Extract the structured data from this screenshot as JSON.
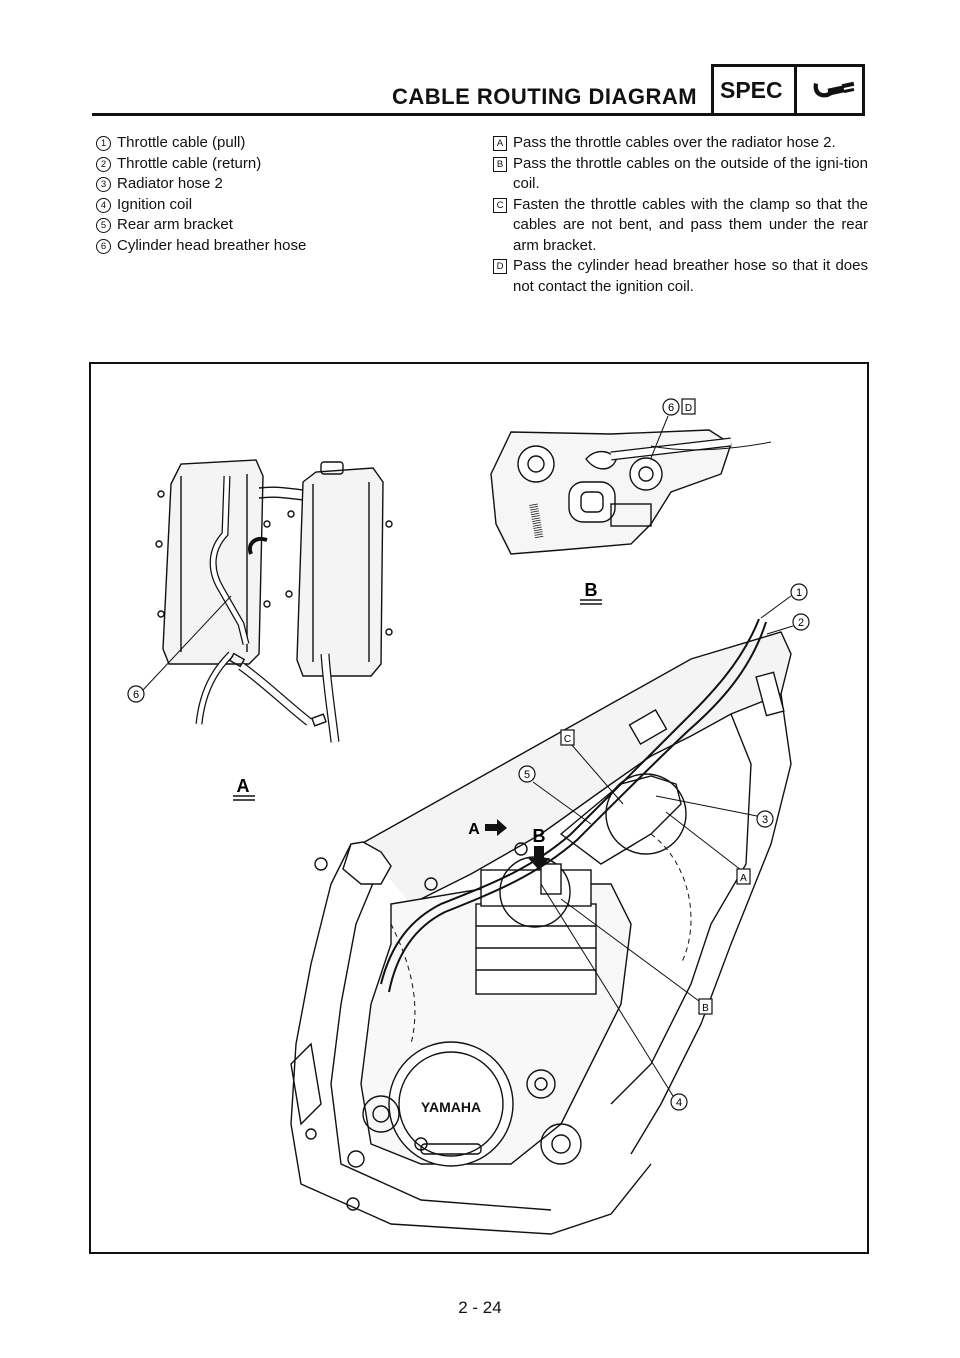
{
  "header": {
    "title": "CABLE ROUTING DIAGRAM",
    "spec_label": "SPEC"
  },
  "legend": [
    {
      "num": "1",
      "text": "Throttle cable (pull)"
    },
    {
      "num": "2",
      "text": "Throttle cable (return)"
    },
    {
      "num": "3",
      "text": "Radiator hose 2"
    },
    {
      "num": "4",
      "text": "Ignition coil"
    },
    {
      "num": "5",
      "text": "Rear arm bracket"
    },
    {
      "num": "6",
      "text": "Cylinder head breather hose"
    }
  ],
  "notes": [
    {
      "letter": "A",
      "text": "Pass the throttle cables over the radiator hose 2."
    },
    {
      "letter": "B",
      "text": "Pass the throttle cables on the outside of the igni-tion coil."
    },
    {
      "letter": "C",
      "text": "Fasten the throttle cables with the clamp so that the cables are not bent, and pass them under the rear arm bracket."
    },
    {
      "letter": "D",
      "text": "Pass the cylinder head breather hose so that it does not contact the ignition coil."
    }
  ],
  "diagram": {
    "view_a_label": "A",
    "view_b_label": "B",
    "arrow_a_label": "A",
    "arrow_b_label": "B",
    "engine_brand": "YAMAHA",
    "callouts": {
      "c1": "1",
      "c2": "2",
      "c3": "3",
      "c4": "4",
      "c5": "5",
      "c6_view_a": "6",
      "c6_view_b": "6",
      "sq_a": "A",
      "sq_b": "B",
      "sq_c": "C",
      "sq_d": "D"
    }
  },
  "footer": {
    "page_number": "2 - 24"
  }
}
